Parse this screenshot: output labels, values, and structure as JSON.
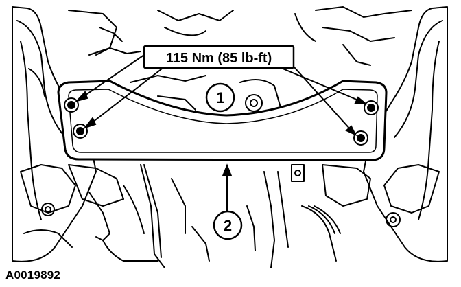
{
  "figure": {
    "reference_id": "A0019892",
    "torque_spec": "115 Nm (85 lb-ft)",
    "callouts": [
      {
        "number": "1"
      },
      {
        "number": "2"
      }
    ]
  },
  "colors": {
    "ink": "#000000",
    "paper": "#ffffff"
  }
}
